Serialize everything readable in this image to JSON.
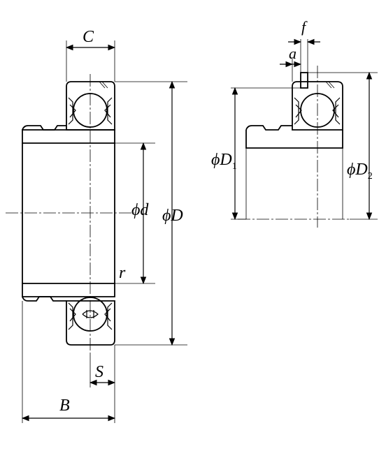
{
  "labels": {
    "C": "C",
    "f": "f",
    "a": "a",
    "d": "ϕd",
    "D": "ϕD",
    "D1_main": "ϕD",
    "D1_sub": "1",
    "D2_main": "ϕD",
    "D2_sub": "2",
    "r": "r",
    "S": "S",
    "B": "B"
  }
}
